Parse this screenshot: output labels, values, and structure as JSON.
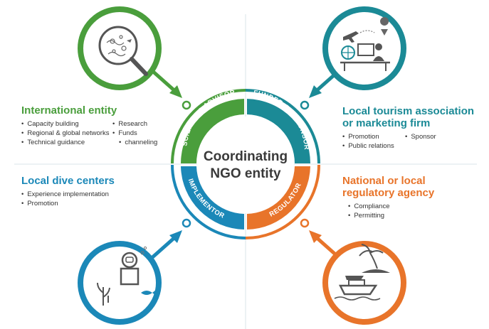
{
  "center": {
    "title_line1": "Coordinating",
    "title_line2": "NGO entity"
  },
  "ring": {
    "scientific_advisor": "SCIENTIFIC ADVISOR",
    "funder": "FUNDER OR SPONSOR",
    "implementor": "IMPLEMENTOR",
    "regulator": "REGULATOR"
  },
  "international": {
    "title": "International entity",
    "items_col1": [
      "Capacity building",
      "Regional & global networks",
      "Technical guidance"
    ],
    "items_col2": [
      "Research",
      "Funds",
      "channeling"
    ]
  },
  "tourism": {
    "title_line1": "Local tourism association",
    "title_line2": "or marketing firm",
    "items_col1": [
      "Promotion",
      "Public relations"
    ],
    "items_col2": [
      "Sponsor"
    ]
  },
  "dive": {
    "title": "Local dive centers",
    "items": [
      "Experience implementation",
      "Promotion"
    ]
  },
  "regulatory": {
    "title_line1": "National or local",
    "title_line2": "regulatory agency",
    "items": [
      "Compliance",
      "Permitting"
    ]
  },
  "icons": {
    "top_left": "magnifier-coral-icon",
    "top_right": "tourism-travel-icon",
    "bottom_left": "diver-reef-icon",
    "bottom_right": "island-yacht-icon"
  },
  "colors": {
    "green": "#4a9e3c",
    "teal": "#1b8a96",
    "blue": "#1b88b8",
    "orange": "#e8742a"
  }
}
